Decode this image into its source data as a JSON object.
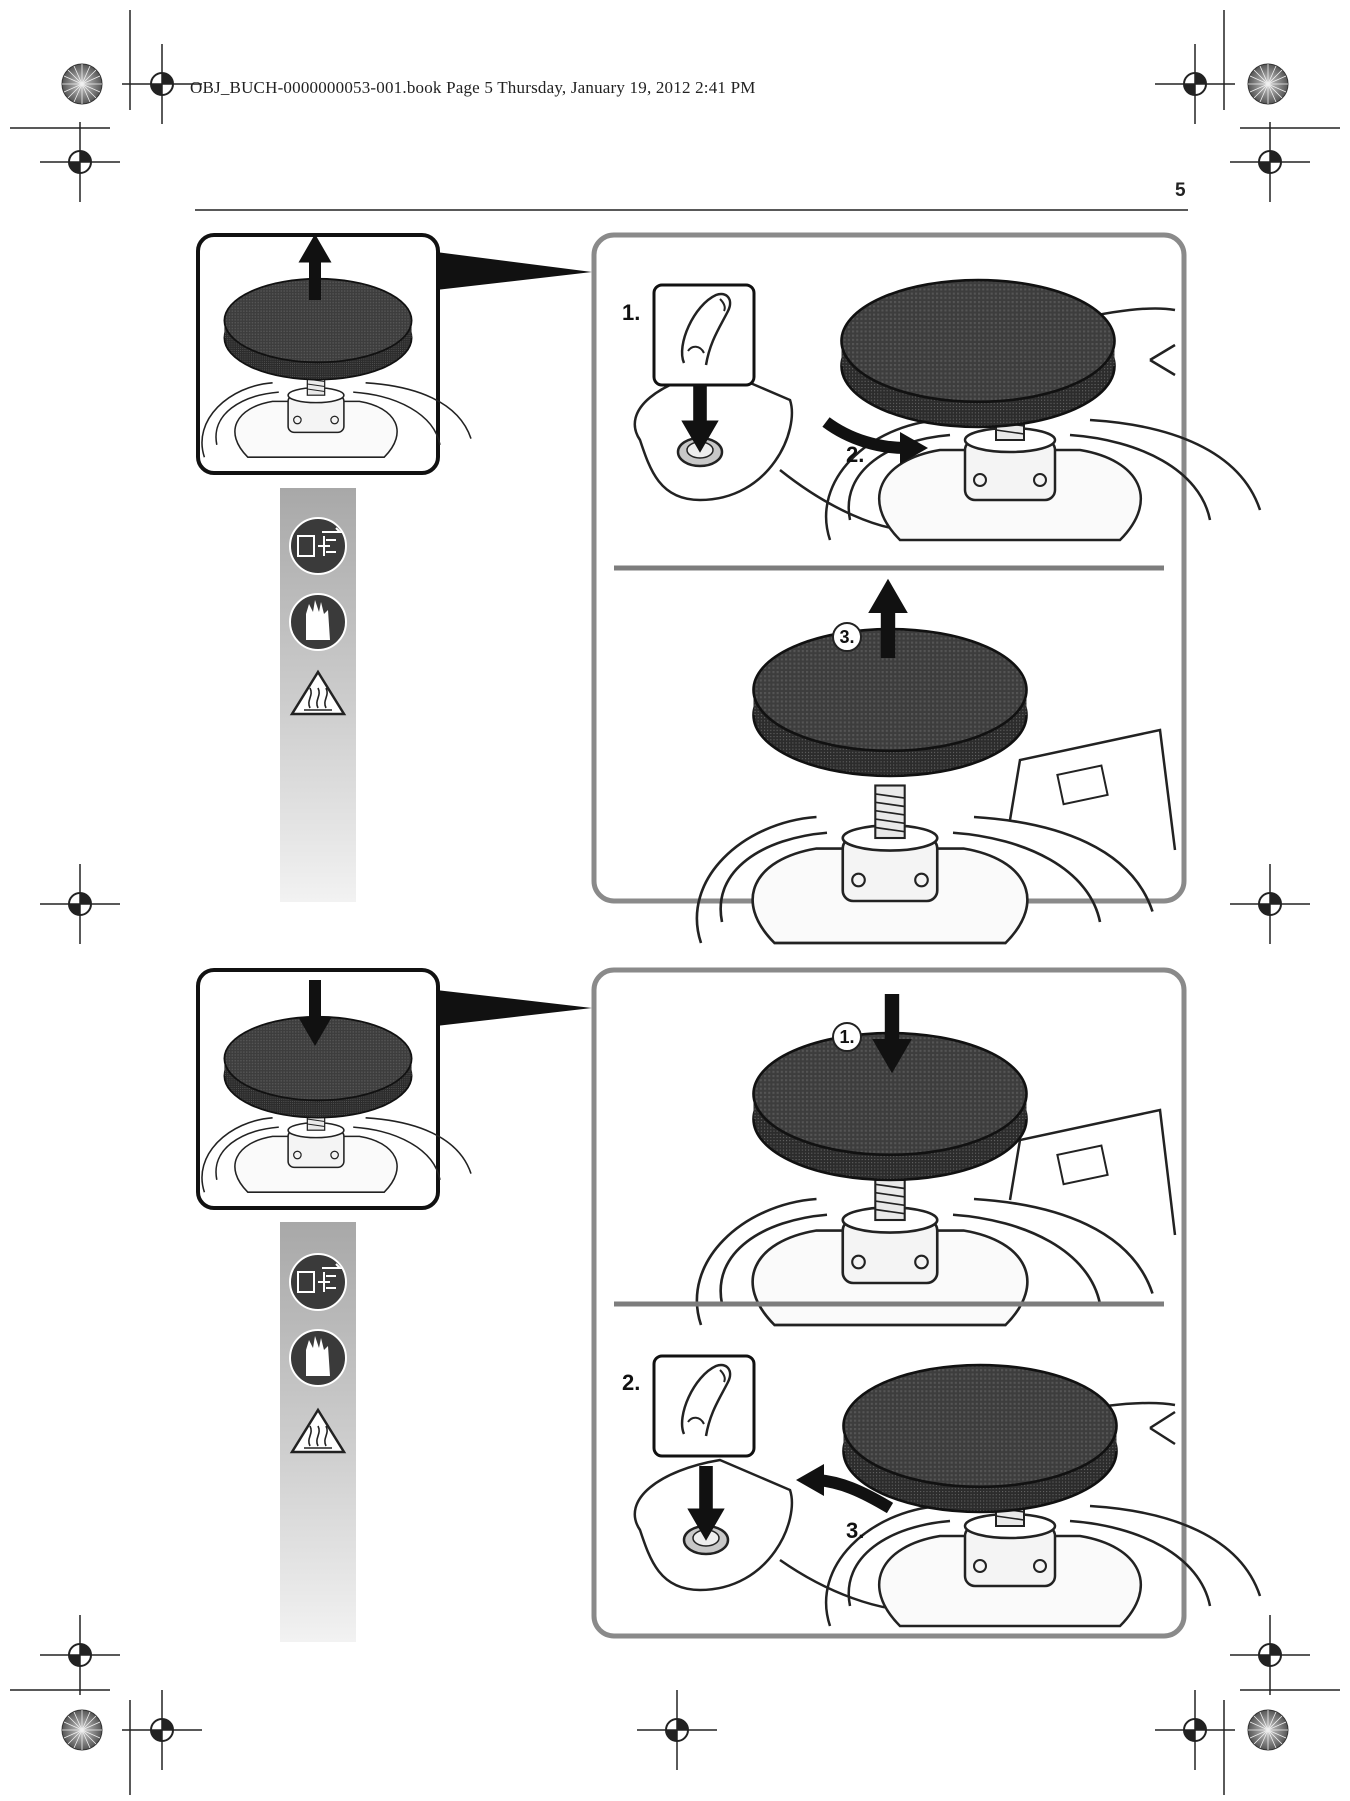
{
  "header": {
    "book_info": "OBJ_BUCH-0000000053-001.book  Page 5  Thursday, January 19, 2012  2:41 PM"
  },
  "page_number": "5",
  "section_remove": {
    "steps": [
      "1.",
      "2.",
      "3."
    ],
    "safety_icons": [
      "unplug-icon",
      "gloves-icon",
      "hot-surface-warning-icon"
    ]
  },
  "section_attach": {
    "steps": [
      "1.",
      "2.",
      "3."
    ],
    "safety_icons": [
      "unplug-icon",
      "gloves-icon",
      "hot-surface-warning-icon"
    ]
  },
  "colors": {
    "pad": "#3c3c3c",
    "frame": "#8a8a8a",
    "divider": "#7d7d7d"
  }
}
